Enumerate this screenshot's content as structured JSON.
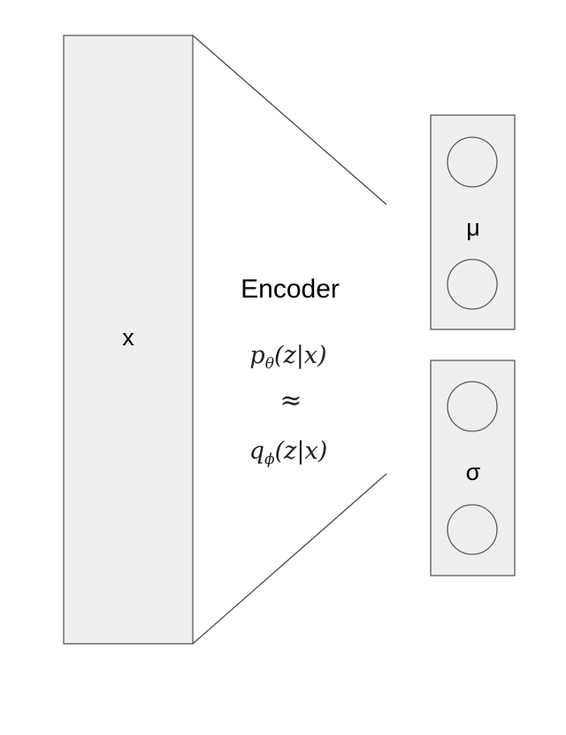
{
  "input_label": "x",
  "encoder_title": "Encoder",
  "formula": {
    "line1_p": "p",
    "line1_sub": "θ",
    "line1_rest": "(z|x)",
    "line2": "≈",
    "line3_q": "q",
    "line3_sub": "ϕ",
    "line3_rest": "(z|x)"
  },
  "mu_label": "μ",
  "sigma_label": "σ",
  "colors": {
    "box_fill": "#efefef",
    "stroke": "#5a5a5a"
  }
}
